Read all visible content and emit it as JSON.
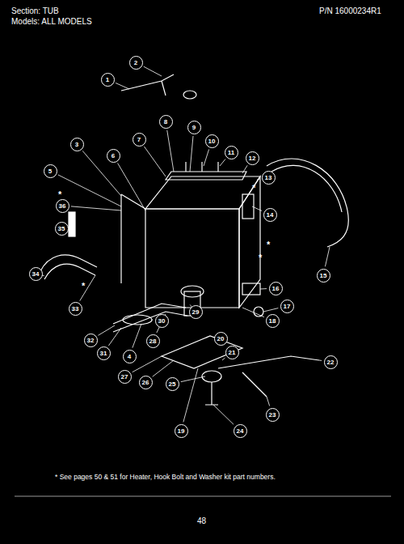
{
  "diagram": {
    "labels": [
      "Section: TUB",
      "Models: ALL MODELS",
      "P/N 16000234R1",
      "1",
      "2",
      "3",
      "4",
      "5",
      "6",
      "7",
      "8",
      "9",
      "10",
      "11",
      "12",
      "13",
      "14",
      "15",
      "16",
      "17",
      "18",
      "19",
      "20",
      "21",
      "22",
      "23",
      "24",
      "25",
      "26",
      "27",
      "28",
      "29",
      "30",
      "31",
      "32",
      "33",
      "34",
      "35",
      "36",
      "*",
      "*",
      "*",
      "*",
      "*",
      "* See pages 50 & 51 for Heater, Hook Bolt and Washer kit part numbers.",
      "48"
    ]
  }
}
